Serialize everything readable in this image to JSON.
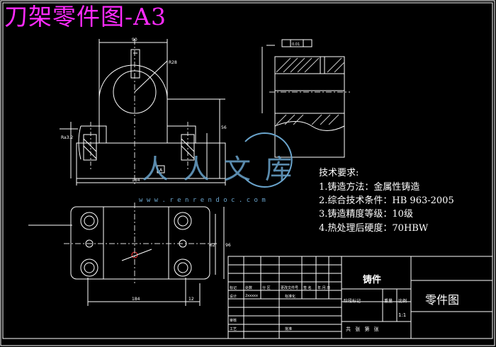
{
  "title": "刀架零件图-A3",
  "requirements": {
    "heading": "技术要求:",
    "items": [
      "1.铸造方法：金属性铸造",
      "2.综合技术条件：HB 963-2005",
      "3.铸造精度等级：10级",
      "4.热处理后硬度：70HBW"
    ]
  },
  "title_block": {
    "part_name": "铸件",
    "drawing_name": "零件图",
    "scale": "1:1",
    "row_labels": [
      "标记",
      "处数",
      "分 区",
      "更改文件号",
      "签 名",
      "年.月.日"
    ],
    "design_label": "设计",
    "designer": "2xxxxx",
    "standard_label": "标准化",
    "stage_label": "阶段标记",
    "weight_label": "重量",
    "ratio_label": "比例",
    "review_label": "审核",
    "process_label": "工艺",
    "approve_label": "批准",
    "sheet_info": "共  张  第  张"
  },
  "dimensions": {
    "top_width": "90",
    "radius": "R28",
    "base_width": "184",
    "base_height": "56",
    "plan_width": "184",
    "plan_right": "12",
    "plan_height": "62",
    "plan_total": "96",
    "flatness": "0.01",
    "datum": "A",
    "roughness": "Ra3.2"
  },
  "watermark": {
    "brand": "人人文库",
    "url": "w w w . r e n r e n d o c . c o m"
  },
  "colors": {
    "background": "#000000",
    "title": "#ff2bff",
    "lines": "#ffffff",
    "watermark": "#6aa4cc"
  }
}
